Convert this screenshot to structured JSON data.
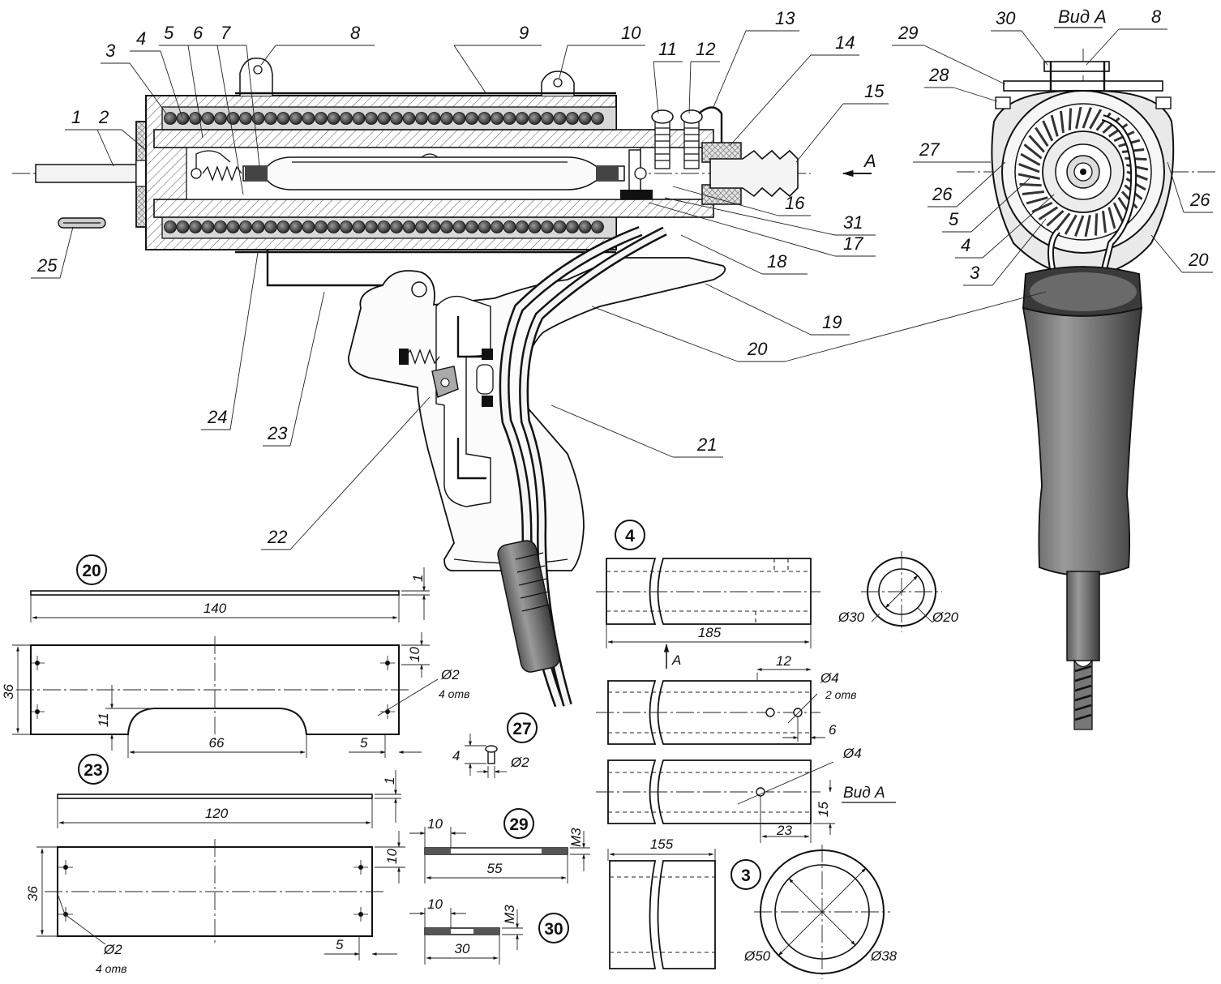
{
  "callouts": [
    "1",
    "2",
    "3",
    "4",
    "5",
    "6",
    "7",
    "8",
    "9",
    "10",
    "11",
    "12",
    "13",
    "14",
    "15",
    "16",
    "17",
    "18",
    "19",
    "20",
    "21",
    "22",
    "23",
    "24",
    "25",
    "31"
  ],
  "view": {
    "arrow_letter": "A",
    "title": "Вид А",
    "callouts": {
      "c30": "30",
      "c8": "8",
      "c29": "29",
      "c28": "28",
      "c27": "27",
      "c26a": "26",
      "c26b": "26",
      "c5": "5",
      "c4": "4",
      "c3": "3",
      "c20": "20"
    }
  },
  "part20": {
    "id": "20",
    "thickness": "1",
    "length": "140",
    "width": "36",
    "edge": "10",
    "hole": "Ø2",
    "hole_count": "4 отв",
    "cut_depth": "11",
    "cut_width": "66",
    "margin": "5"
  },
  "part23": {
    "id": "23",
    "thickness": "1",
    "length": "120",
    "width": "36",
    "edge": "10",
    "hole": "Ø2",
    "hole_count": "4 отв",
    "margin": "5"
  },
  "part27": {
    "id": "27",
    "length": "4",
    "dia": "Ø2"
  },
  "part29": {
    "id": "29",
    "thread_len": "10",
    "length": "55",
    "thread": "M3"
  },
  "part30": {
    "id": "30",
    "thread_len": "10",
    "length": "30",
    "thread": "M3"
  },
  "part4": {
    "id": "4",
    "length": "185",
    "outer": "Ø30",
    "inner": "Ø20",
    "view_arrow": "A",
    "hole_offset": "12",
    "hole_dia": "Ø4",
    "hole_count": "2 отв",
    "hole_edge": "6",
    "hole2_dia": "Ø4",
    "hole2_offset": "23",
    "hole2_height": "15",
    "view_label": "Вид А"
  },
  "part3": {
    "id": "3",
    "length": "155",
    "outer": "Ø50",
    "inner": "Ø38"
  }
}
